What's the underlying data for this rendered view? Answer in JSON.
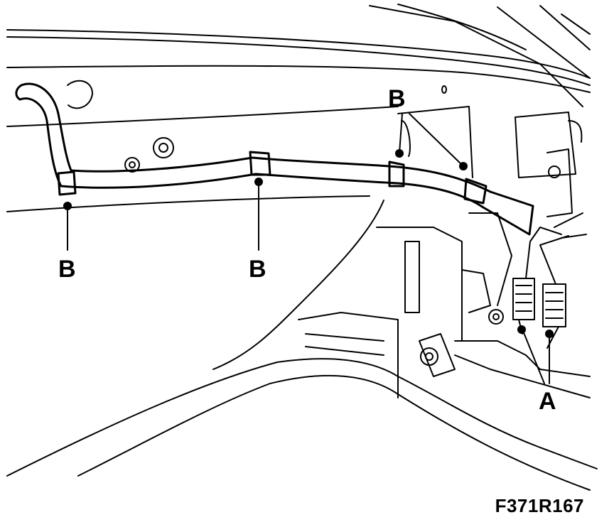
{
  "callouts": {
    "b_left": "B",
    "b_middle": "B",
    "b_top": "B",
    "a": "A"
  },
  "figure_code": "F371R167",
  "colors": {
    "line": "#000000",
    "background": "#ffffff"
  }
}
